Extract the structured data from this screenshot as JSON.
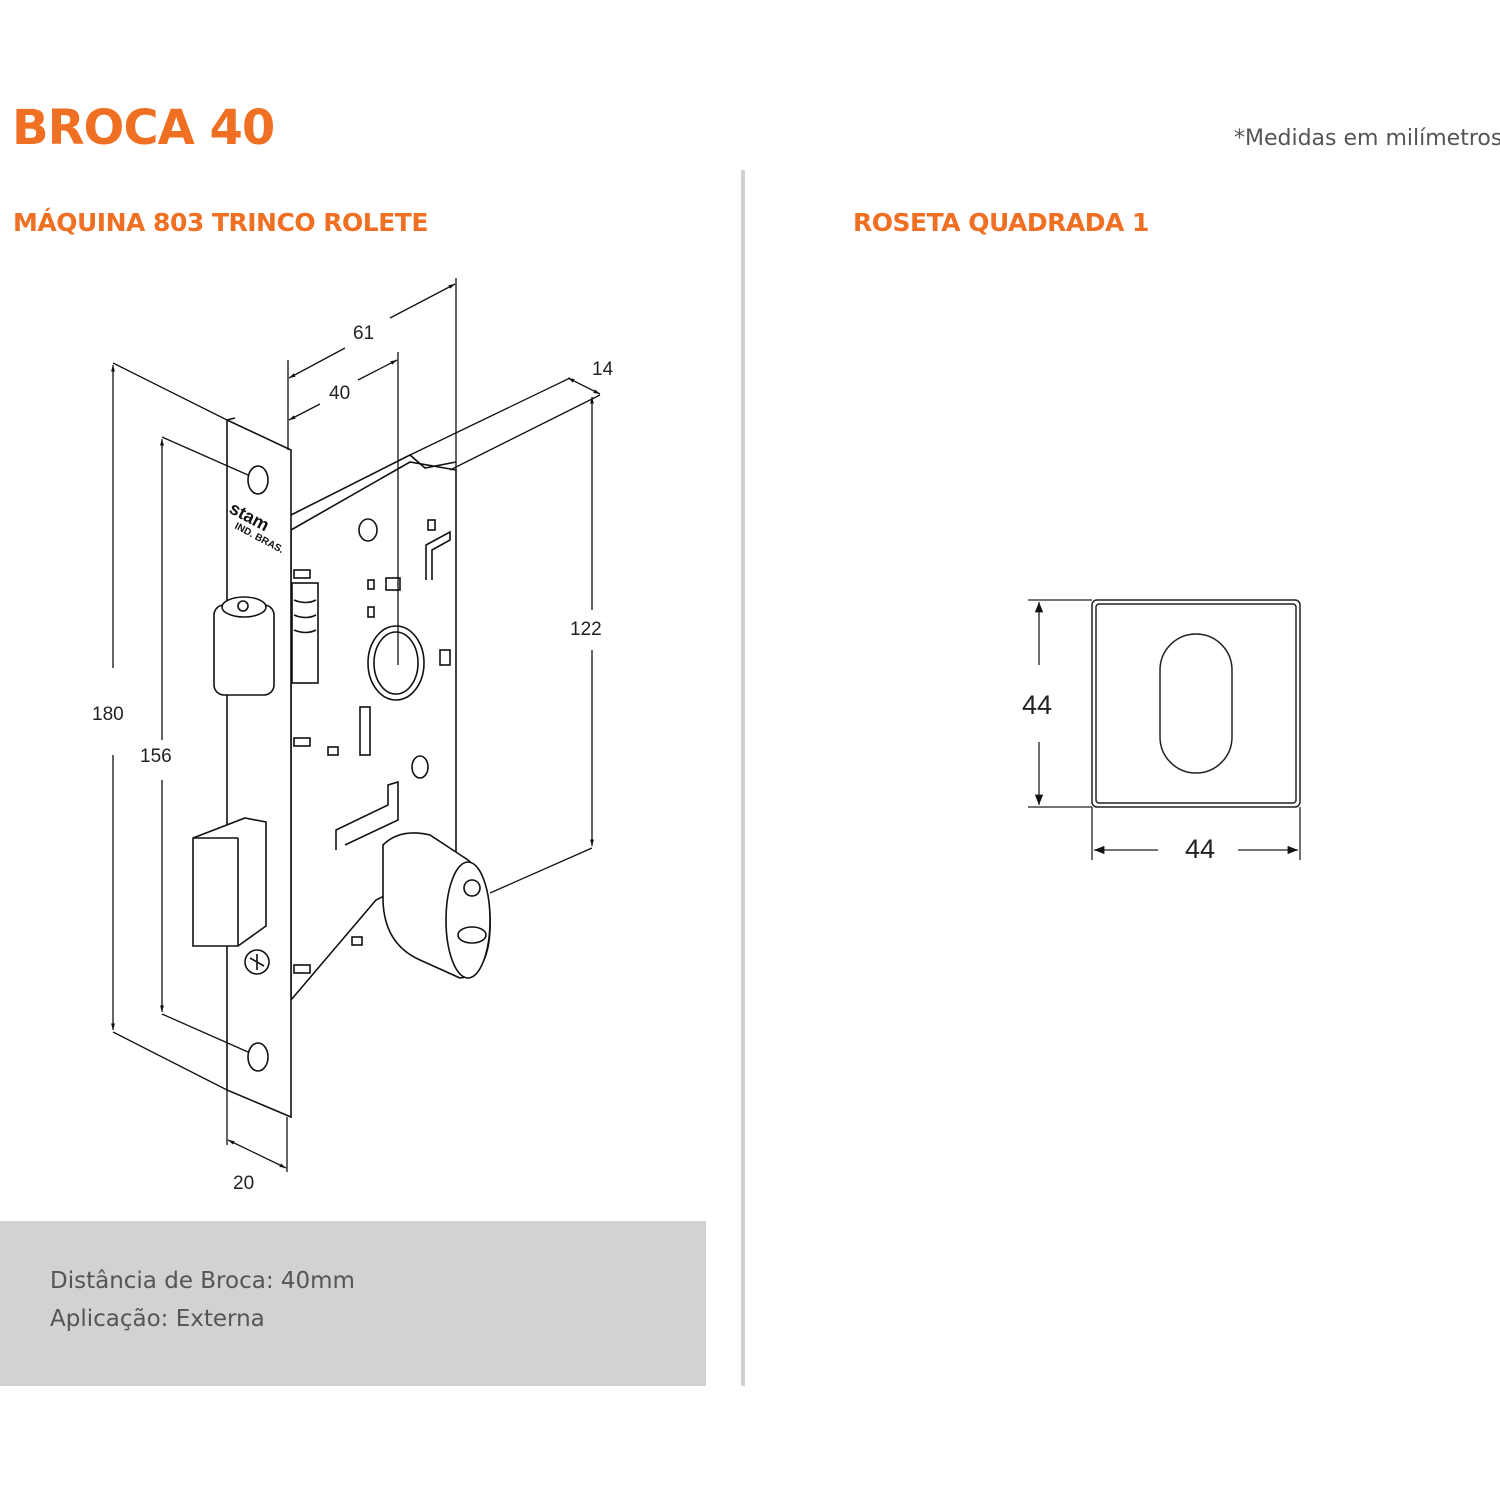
{
  "header": {
    "title": "BROCA 40",
    "note": "*Medidas em milímetros"
  },
  "left_panel": {
    "title": "MÁQUINA 803 TRINCO ROLETE",
    "dimensions": {
      "height_total": "180",
      "hole_spacing": "156",
      "backset_outer": "61",
      "backset": "40",
      "depth_offset": "14",
      "center_distance": "122",
      "faceplate_width": "20"
    },
    "logo": {
      "brand": "stam",
      "origin": "IND. BRAS."
    },
    "info": {
      "distance": "Distância de Broca:  40mm",
      "application": "Aplicação: Externa"
    }
  },
  "right_panel": {
    "title": "ROSETA QUADRADA 1",
    "dimensions": {
      "height": "44",
      "width": "44"
    }
  },
  "colors": {
    "accent": "#f07023",
    "info_bg": "#d1d2d4",
    "divider": "#cfd0d2"
  }
}
